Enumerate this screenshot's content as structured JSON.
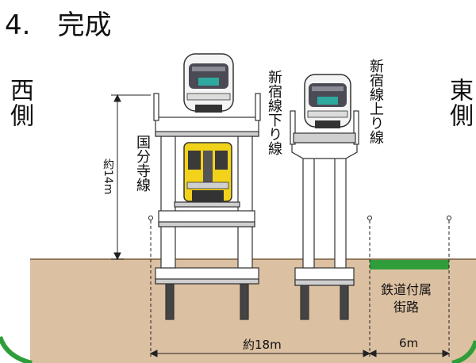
{
  "title": "4.　完成",
  "directions": {
    "west": "西側",
    "east": "東側"
  },
  "labels": {
    "kokubunji_line": "国分寺線",
    "shinjuku_down": "新宿線下り線",
    "shinjuku_up": "新宿線上り線",
    "height": "約14m",
    "width_main": "約18m",
    "width_side": "6m",
    "side_road": [
      "鉄道付属",
      "街路"
    ]
  },
  "colors": {
    "ground": "#dcc0a2",
    "ground_line": "#7a5a3a",
    "structure_fill": "#ffffff",
    "structure_shade": "#cfcfcf",
    "stroke": "#333333",
    "road_green": "#2f9e3a",
    "frame_green": "#2f9e3a",
    "train_yellow": "#f2d21a"
  },
  "icons": [
    "train-front-icon",
    "yellow-train-front-icon"
  ]
}
